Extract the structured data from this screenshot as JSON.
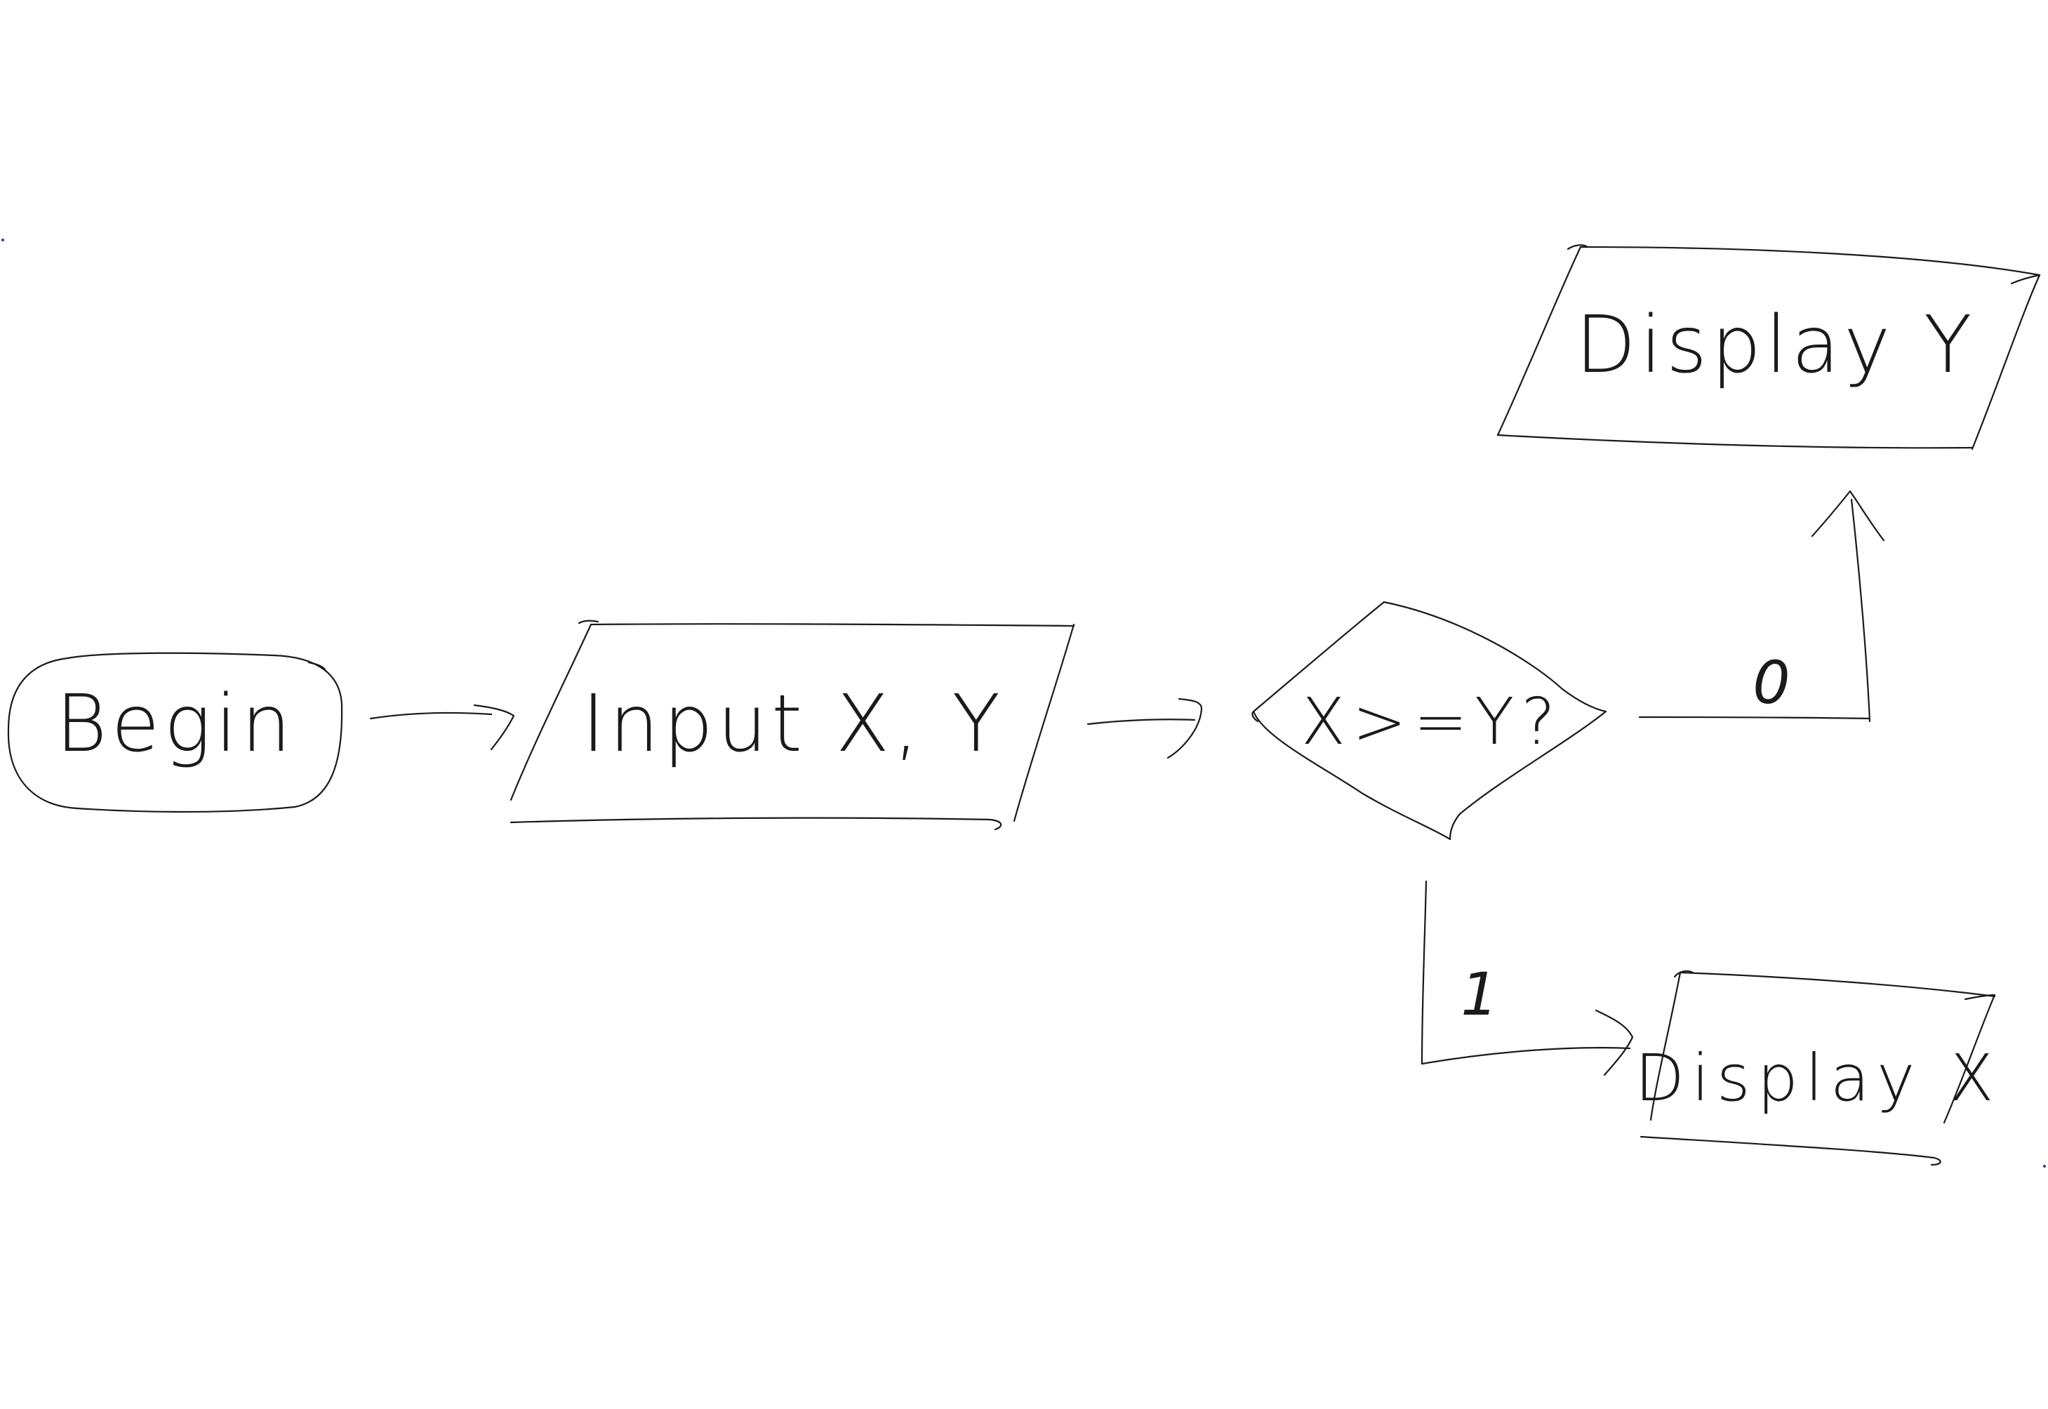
{
  "diagram": {
    "nodes": {
      "begin": {
        "label": "Begin",
        "shape": "terminator"
      },
      "input": {
        "label": "Input X, Y",
        "shape": "parallelogram"
      },
      "decision": {
        "label": "X>=Y?",
        "shape": "diamond"
      },
      "display_y": {
        "label": "Display Y",
        "shape": "parallelogram"
      },
      "display_x": {
        "label": "Display X",
        "shape": "parallelogram"
      }
    },
    "edges": {
      "false_branch": {
        "label": "0",
        "from": "decision",
        "to": "display_y"
      },
      "true_branch": {
        "label": "1",
        "from": "decision",
        "to": "display_x"
      }
    }
  }
}
